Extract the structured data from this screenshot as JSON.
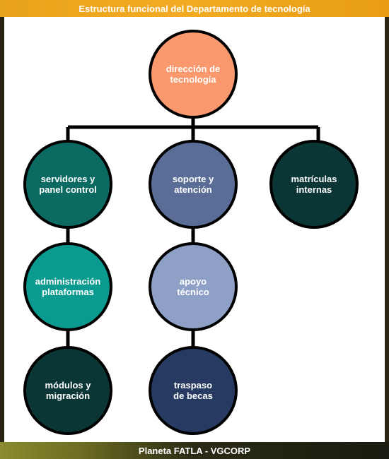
{
  "header": {
    "title": "Estructura funcional del Departamento de tecnología"
  },
  "footer": {
    "text": "Planeta FATLA - VGCORP"
  },
  "nodes": {
    "direccion": {
      "label": "dirección de\ntecnología",
      "color": "#f9996d"
    },
    "servidores": {
      "label": "servidores y\npanel control",
      "color": "#0b6b63"
    },
    "soporte": {
      "label": "soporte y\natención",
      "color": "#5a6d97"
    },
    "matriculas": {
      "label": "matrículas\ninternas",
      "color": "#0a3636"
    },
    "administracion": {
      "label": "administración\nplataformas",
      "color": "#0a9a90"
    },
    "apoyo": {
      "label": "apoyo\ntécnico",
      "color": "#8ea0c6"
    },
    "modulos": {
      "label": "módulos y\nmigración",
      "color": "#0a3636"
    },
    "traspaso": {
      "label": "traspaso\nde becas",
      "color": "#263a62"
    }
  }
}
